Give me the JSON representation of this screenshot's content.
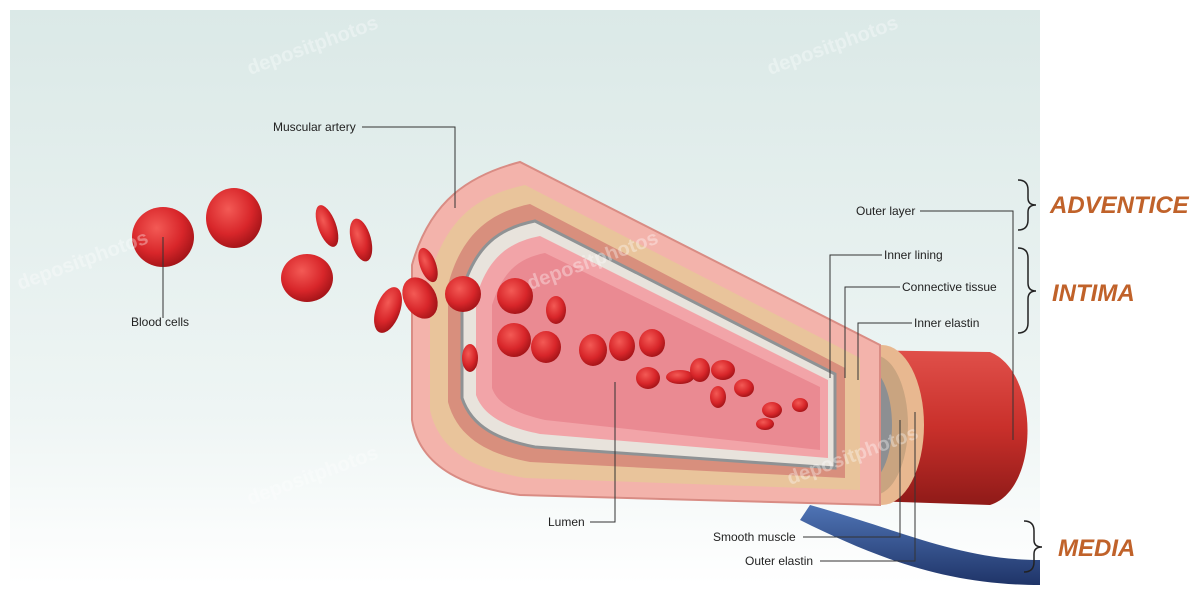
{
  "labels": {
    "muscular_artery": "Muscular artery",
    "blood_cells": "Blood cells",
    "lumen": "Lumen",
    "outer_layer": "Outer layer",
    "inner_lining": "Inner lining",
    "connective_tissue": "Connective tissue",
    "inner_elastin": "Inner elastin",
    "smooth_muscle": "Smooth muscle",
    "outer_elastin": "Outer elastin"
  },
  "categories": {
    "adventice": "ADVENTICE",
    "intima": "INTIMA",
    "media": "MEDIA"
  },
  "watermark": "depositphotos",
  "colors": {
    "category": "#c0622a",
    "background_top": "#dfecea",
    "blood_cell": "#d8262a",
    "artery_outer": "#d13a33",
    "wall_pink": "#f0a7a0",
    "vein": "#2f4f8f"
  }
}
